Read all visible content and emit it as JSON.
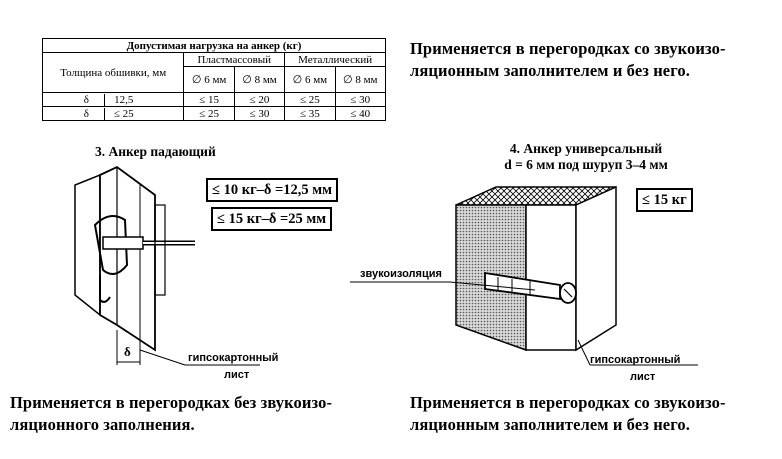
{
  "table": {
    "title": "Допустимая нагрузка на анкер (кг)",
    "col_thickness": "Толщина обшивки, мм",
    "col_plastic": "Пластмассовый",
    "col_metal": "Металлический",
    "d6": "∅ 6 мм",
    "d8": "∅ 8 мм",
    "rows": [
      {
        "sym": "δ",
        "thick": "12,5",
        "p6": "≤ 15",
        "p8": "≤ 20",
        "m6": "≤ 25",
        "m8": "≤ 30"
      },
      {
        "sym": "δ",
        "thick": "≤ 25",
        "p6": "≤ 25",
        "p8": "≤ 30",
        "m6": "≤ 35",
        "m8": "≤ 40"
      }
    ]
  },
  "top_note": {
    "line1": "Применяется в перегородках со звукоизо-",
    "line2": "ляционным заполнителем и без него."
  },
  "anchor3": {
    "title": "3. Анкер падающий",
    "load1": "≤ 10 кг–δ =12,5 мм",
    "load2": "≤ 15 кг–δ =25 мм",
    "delta": "δ",
    "board_label1": "гипсокартонный",
    "board_label2": "лист",
    "note_line1": "Применяется в перегородках без звукоизо-",
    "note_line2": "ляционного заполнения."
  },
  "anchor4": {
    "title1": "4. Анкер универсальный",
    "title2": "d = 6 мм под шуруп 3–4 мм",
    "load": "≤ 15 кг",
    "insulation_label": "звукоизоляция",
    "board_label1": "гипсокартонный",
    "board_label2": "лист",
    "note_line1": "Применяется в перегородках со звукоизо-",
    "note_line2": "ляционным заполнителем и без него."
  }
}
